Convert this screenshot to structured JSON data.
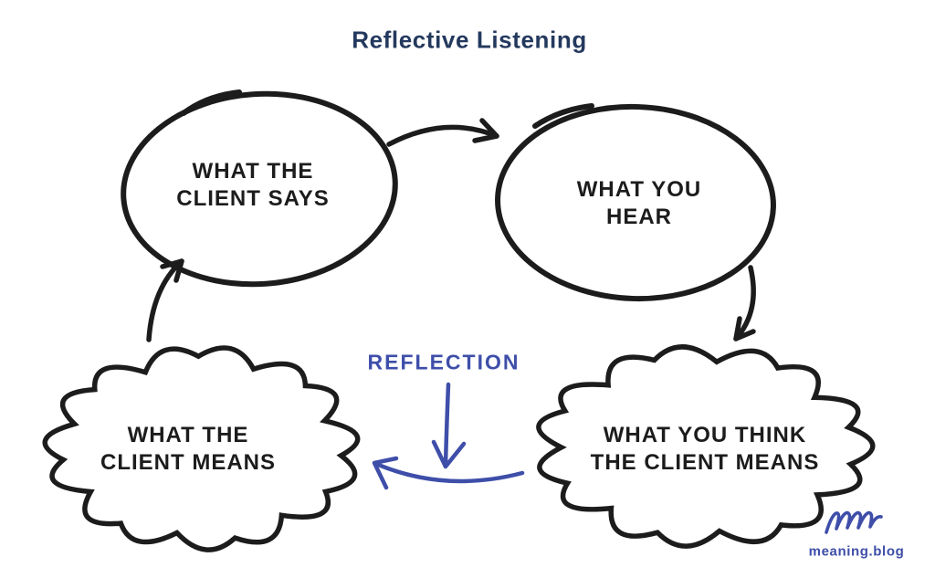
{
  "header": {
    "title": "Reflective Listening"
  },
  "colors": {
    "ink": "#1c1c1c",
    "accent": "#3e4ea9",
    "title": "#24395e"
  },
  "diagram": {
    "nodes": {
      "client_says": {
        "label": "WHAT THE\nCLIENT SAYS",
        "shape": "ellipse"
      },
      "you_hear": {
        "label": "WHAT YOU\nHEAR",
        "shape": "ellipse"
      },
      "you_think": {
        "label": "WHAT YOU THINK\nTHE CLIENT MEANS",
        "shape": "cloud"
      },
      "client_means": {
        "label": "WHAT THE\nCLIENT MEANS",
        "shape": "cloud"
      }
    },
    "flow": [
      "client_says",
      "you_hear",
      "you_think",
      "client_means"
    ],
    "annotation": {
      "label": "REFLECTION"
    }
  },
  "footer": {
    "logo_icon": "mm-scribble-icon",
    "brand": "meaning.blog"
  }
}
